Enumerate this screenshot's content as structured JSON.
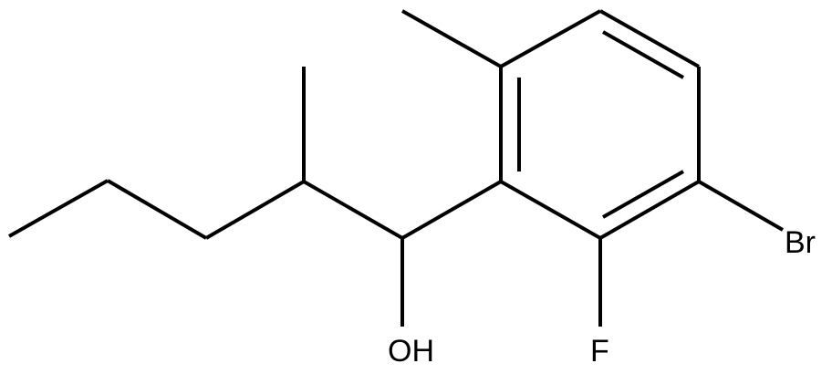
{
  "molecule": {
    "atoms": {
      "bromine": "Br",
      "fluorine": "F",
      "hydroxyl": "OH"
    }
  },
  "colors": {
    "bond": "#000000",
    "label": "#000000",
    "background": "#ffffff"
  }
}
